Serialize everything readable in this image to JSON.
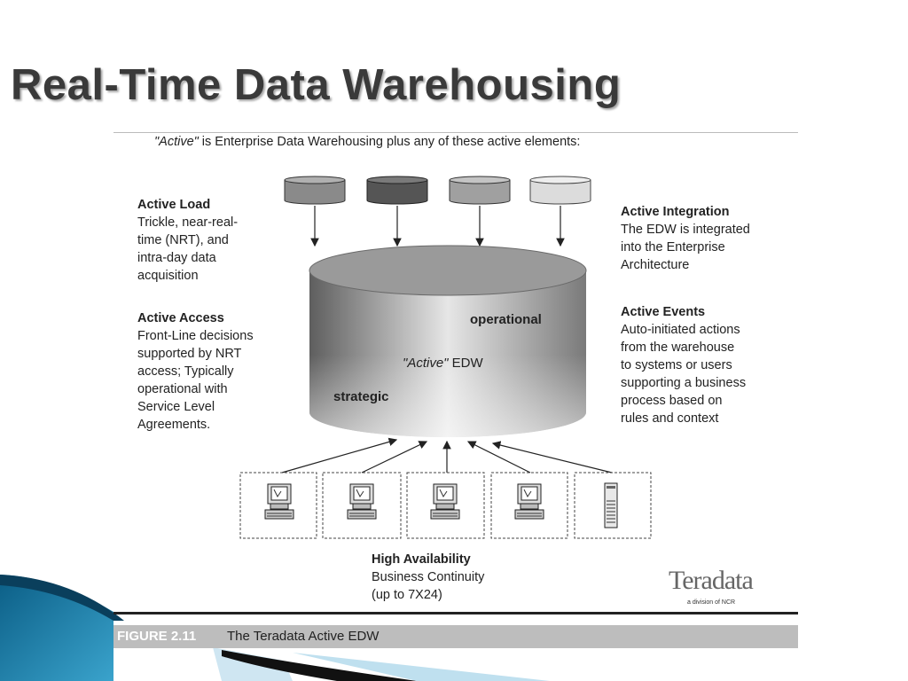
{
  "title": "Real-Time Data Warehousing",
  "intro": {
    "active_word": "\"Active\"",
    "rest": " is Enterprise Data Warehousing plus any of these active elements:"
  },
  "active_load": {
    "heading": "Active Load",
    "lines": [
      "Trickle, near-real-",
      "time (NRT), and",
      "intra-day data",
      "acquisition"
    ]
  },
  "active_access": {
    "heading": "Active Access",
    "lines": [
      "Front-Line decisions",
      "supported by NRT",
      "access; Typically",
      "operational with",
      "Service Level",
      "Agreements."
    ]
  },
  "active_integration": {
    "heading": "Active Integration",
    "lines": [
      "The EDW is integrated",
      "into the Enterprise",
      "Architecture"
    ]
  },
  "active_events": {
    "heading": "Active Events",
    "lines": [
      "Auto-initiated actions",
      "from the warehouse",
      "to systems or users",
      "supporting a business",
      "process based on",
      "rules and context"
    ]
  },
  "cylinder": {
    "operational": "operational",
    "active_word": "\"Active\"",
    "edw": " EDW",
    "strategic": "strategic"
  },
  "high_availability": {
    "heading": "High Availability",
    "lines": [
      "Business Continuity",
      "(up to 7X24)"
    ]
  },
  "logo": {
    "name": "Teradata",
    "sub": "a division of NCR"
  },
  "figure": {
    "number": "FIGURE 2.11",
    "caption": "The Teradata Active EDW"
  },
  "colors": {
    "source_db_1": "#8a8a8a",
    "source_db_2": "#5a5a5a",
    "source_db_3": "#a0a0a0",
    "source_db_4": "#d8d8d8",
    "accent_blue": "#1c86b0"
  }
}
